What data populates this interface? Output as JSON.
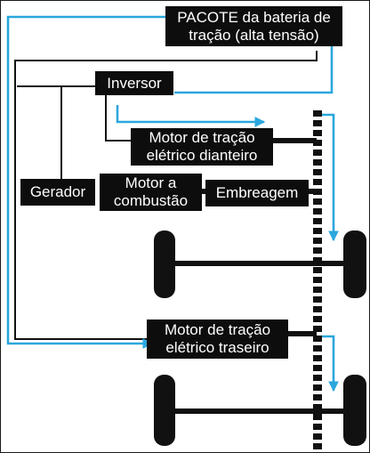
{
  "labels": {
    "battery": [
      "PACOTE da bateria de",
      "tração (alta tensão)"
    ],
    "inverter": "Inversor",
    "front_motor": [
      "Motor de tração",
      "elétrico dianteiro"
    ],
    "generator": "Gerador",
    "engine": [
      "Motor a",
      "combustão"
    ],
    "clutch": "Embreagem",
    "rear_motor": [
      "Motor de tração",
      "elétrico traseiro"
    ]
  },
  "colors": {
    "energy_flow": "#2aa7dd",
    "mechanical": "#111111",
    "label_bg": "#0d0d0d",
    "label_text": "#ffffff"
  }
}
